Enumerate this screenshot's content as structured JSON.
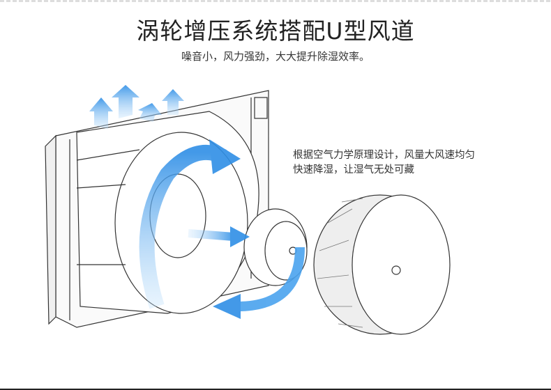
{
  "header": {
    "title": "涡轮增压系统搭配U型风道",
    "subtitle": "噪音小，风力强劲，大大提升除湿效率。"
  },
  "description": {
    "line1": "根据空气力学原理设计，风量大风速均匀",
    "line2": "快速降湿，让湿气无处可藏"
  },
  "colors": {
    "arrow": "#3a9ae8",
    "line": "#333333"
  }
}
